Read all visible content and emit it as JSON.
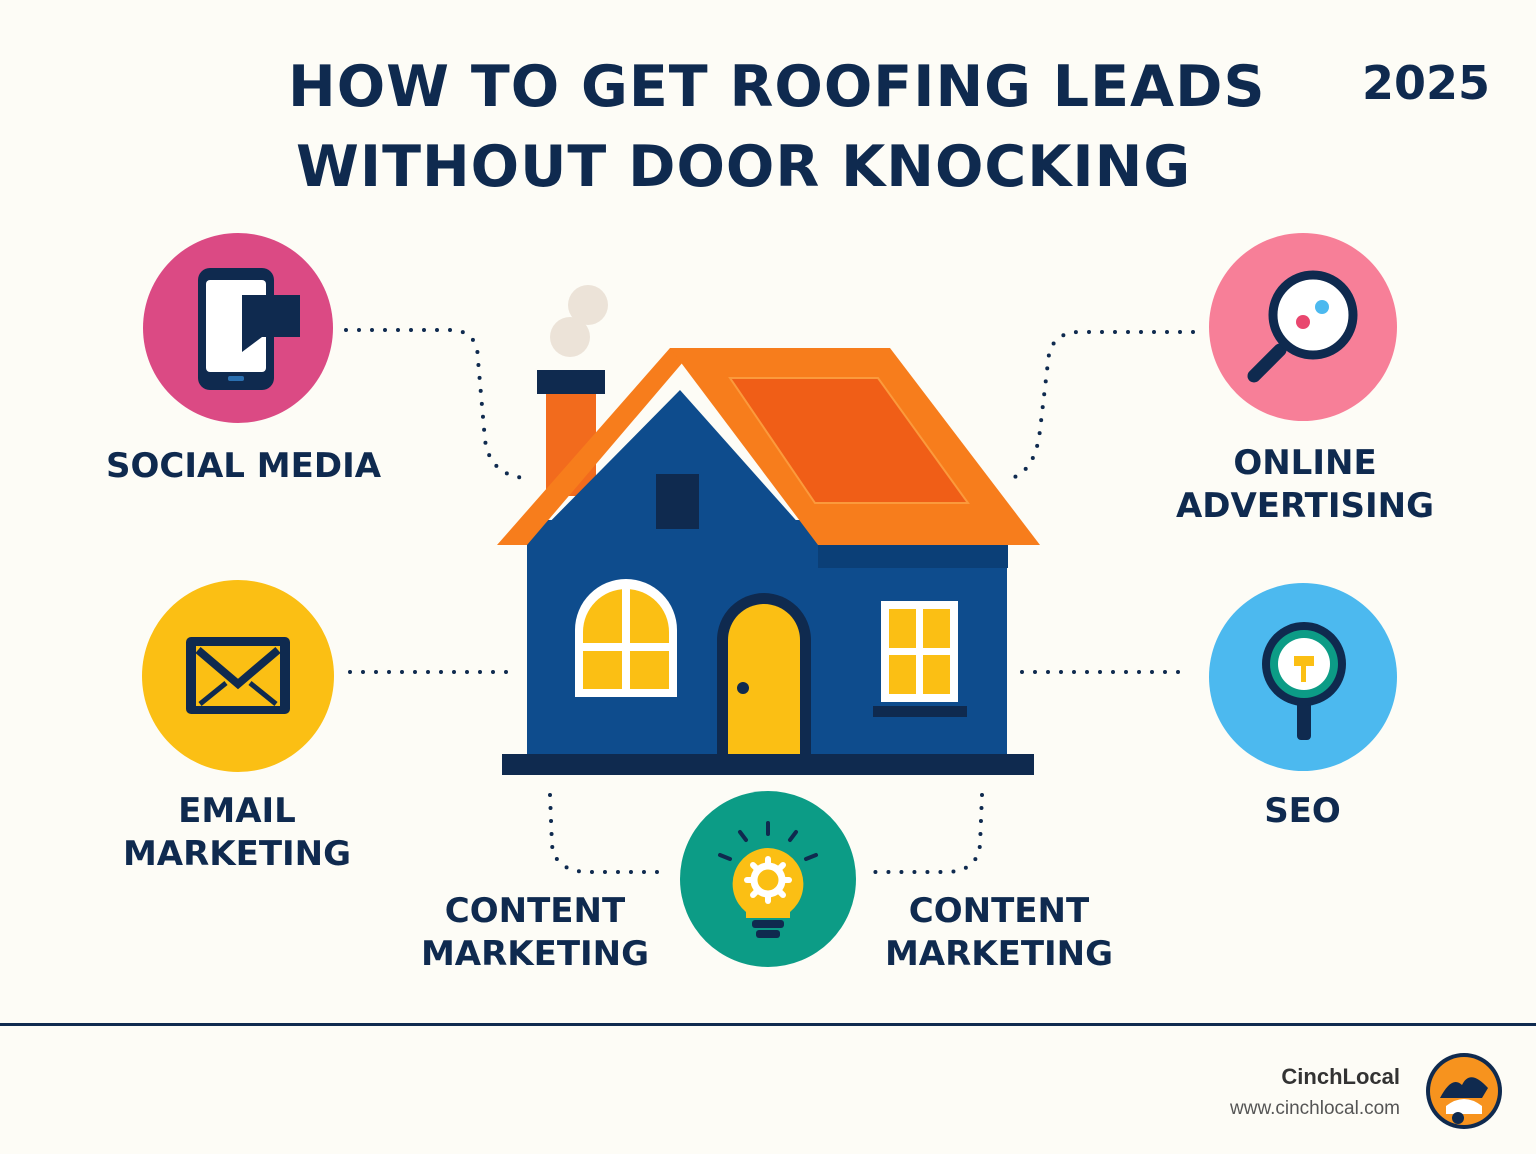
{
  "header": {
    "title_line1": "HOW TO GET ROOFING LEADS",
    "title_line2": "WITHOUT DOOR KNOCKING",
    "year": "2025"
  },
  "center": {
    "icon": "house-icon"
  },
  "nodes": [
    {
      "label_lines": [
        "SOCIAL MEDIA"
      ],
      "icon": "smartphone-chat-icon",
      "color": "#db4a84"
    },
    {
      "label_lines": [
        "ONLINE",
        "ADVERTISING"
      ],
      "icon": "magnifier-icon",
      "color": "#f77f98"
    },
    {
      "label_lines": [
        "EMAIL",
        "MARKETING"
      ],
      "icon": "envelope-icon",
      "color": "#fbbf14"
    },
    {
      "label_lines": [
        "SEO"
      ],
      "icon": "seo-magnifier-icon",
      "color": "#4cb9ef"
    },
    {
      "label_lines": [
        "CONTENT",
        "MARKETING"
      ],
      "icon": "lightbulb-gear-icon",
      "color": "#0c9c86"
    },
    {
      "label_lines": [
        "CONTENT",
        "MARKETING"
      ],
      "icon": "",
      "color": ""
    }
  ],
  "footer": {
    "brand": "CinchLocal",
    "url": "www.cinchlocal.com",
    "logo_icon": "cinchlocal-logo-icon"
  },
  "colors": {
    "navy": "#0f2a4f",
    "house_blue": "#0e4c8d",
    "roof_orange": "#f77d1c",
    "window_yellow": "#fbbf14"
  }
}
